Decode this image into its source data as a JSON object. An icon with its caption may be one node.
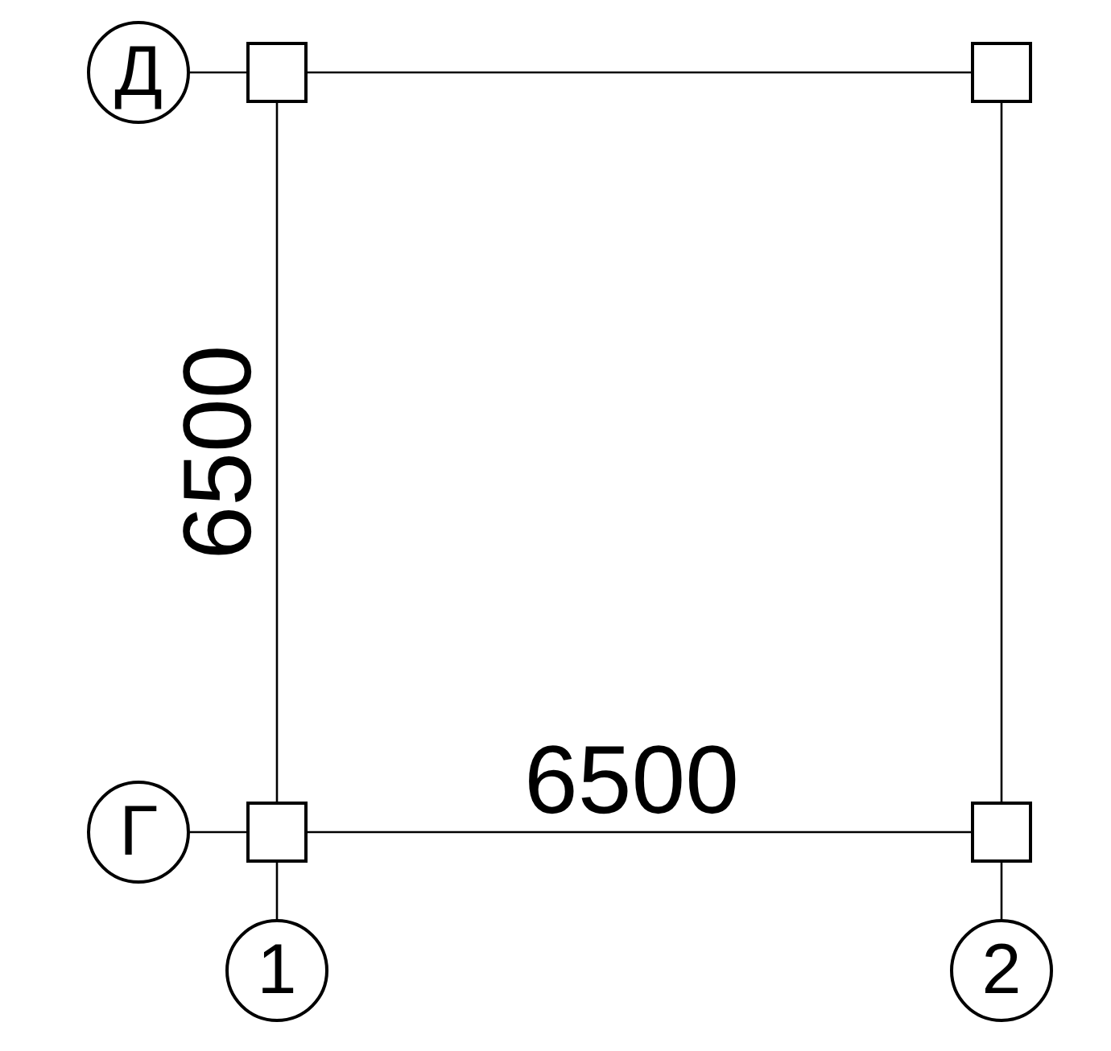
{
  "diagram": {
    "nodes": [
      {
        "text": [
          "Д"
        ]
      },
      {
        "text": [],
        "shape": "box"
      },
      {
        "text": [],
        "shape": "box"
      },
      {
        "text": [
          "Г"
        ]
      },
      {
        "text": [],
        "shape": "box"
      },
      {
        "text": [],
        "shape": "box"
      },
      {
        "text": [
          "1"
        ]
      },
      {
        "text": [
          "2"
        ]
      }
    ],
    "edges": [
      {
        "from": 0,
        "to": 1,
        "arrow": "none"
      },
      {
        "from": 1,
        "to": 2,
        "arrow": "none"
      },
      {
        "from": 1,
        "to": 4,
        "arrow": "none"
      },
      {
        "from": 2,
        "to": 5,
        "arrow": "none"
      },
      {
        "from": 3,
        "to": 4,
        "arrow": "none"
      },
      {
        "from": 4,
        "to": 5,
        "arrow": "none"
      },
      {
        "from": 4,
        "to": 6,
        "arrow": "none"
      },
      {
        "from": 5,
        "to": 7,
        "arrow": "none"
      }
    ],
    "labels": [
      "6500",
      "6500"
    ]
  }
}
